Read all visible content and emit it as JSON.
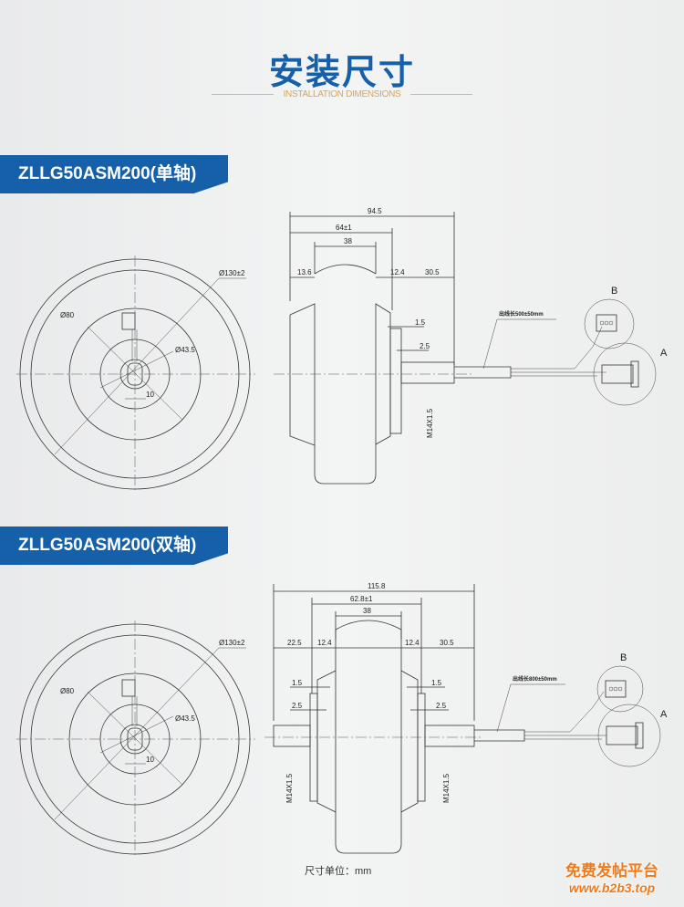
{
  "header": {
    "title": "安装尺寸",
    "subtitle": "INSTALLATION  DIMENSIONS"
  },
  "models": [
    {
      "name": "ZLLG50ASM200(单轴)",
      "front": {
        "outer": "Ø130±2",
        "mid": "Ø80",
        "hub": "Ø43.5",
        "flat": "10"
      },
      "side": {
        "total": "94.5",
        "body": "64±1",
        "tire": "38",
        "left": "13.6",
        "right_gap": "12.4",
        "shaft": "30.5",
        "d1": "1.5",
        "d2": "2.5",
        "thread": "M14X1.5",
        "cable": "出线长500±50mm",
        "conn_b": "B",
        "conn_a": "A"
      }
    },
    {
      "name": "ZLLG50ASM200(双轴)",
      "front": {
        "outer": "Ø130±2",
        "mid": "Ø80",
        "hub": "Ø43.5",
        "flat": "10"
      },
      "side": {
        "total": "115.8",
        "body": "62.8±1",
        "tire": "38",
        "left_shaft": "22.5",
        "left_gap": "12.4",
        "right_gap": "12.4",
        "shaft": "30.5",
        "d1l": "1.5",
        "d2l": "2.5",
        "d1r": "1.5",
        "d2r": "2.5",
        "thread_l": "M14X1.5",
        "thread_r": "M14X1.5",
        "cable": "出线长800±50mm",
        "conn_b": "B",
        "conn_a": "A"
      }
    }
  ],
  "footer": {
    "unit": "尺寸单位：mm"
  },
  "watermark": {
    "line1": "免费发帖平台",
    "line2": "www.b2b3.top"
  }
}
